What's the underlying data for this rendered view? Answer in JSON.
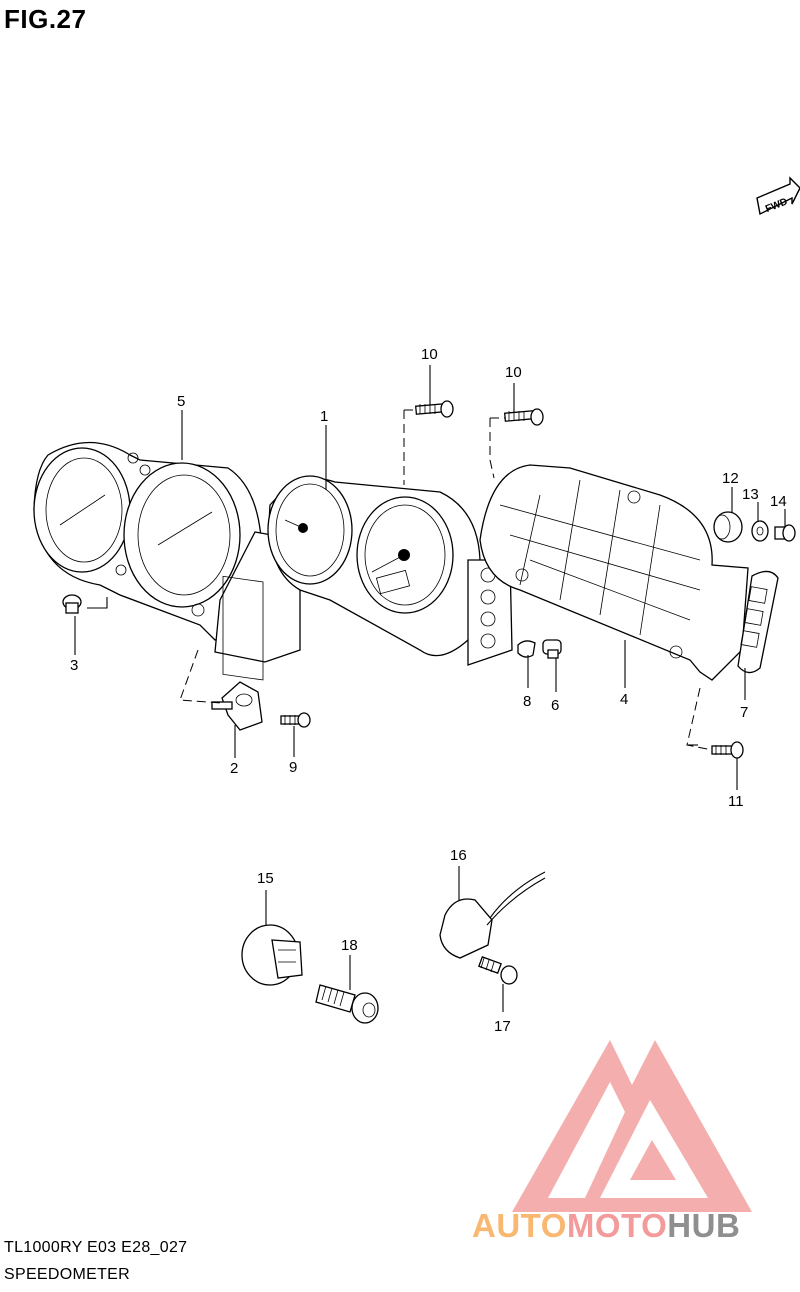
{
  "figure": {
    "title": "FIG.27"
  },
  "orientation": {
    "fwd_label": "FWD"
  },
  "callouts": [
    {
      "id": "c1",
      "label": "1"
    },
    {
      "id": "c2",
      "label": "2"
    },
    {
      "id": "c3",
      "label": "3"
    },
    {
      "id": "c4",
      "label": "4"
    },
    {
      "id": "c5",
      "label": "5"
    },
    {
      "id": "c6",
      "label": "6"
    },
    {
      "id": "c7",
      "label": "7"
    },
    {
      "id": "c8",
      "label": "8"
    },
    {
      "id": "c9",
      "label": "9"
    },
    {
      "id": "c10a",
      "label": "10"
    },
    {
      "id": "c10b",
      "label": "10"
    },
    {
      "id": "c11",
      "label": "11"
    },
    {
      "id": "c12",
      "label": "12"
    },
    {
      "id": "c13",
      "label": "13"
    },
    {
      "id": "c14",
      "label": "14"
    },
    {
      "id": "c15",
      "label": "15"
    },
    {
      "id": "c16",
      "label": "16"
    },
    {
      "id": "c17",
      "label": "17"
    },
    {
      "id": "c18",
      "label": "18"
    }
  ],
  "footer": {
    "model_code": "TL1000RY E03 E28_027",
    "diagram_name": "SPEEDOMETER"
  },
  "watermark": {
    "part1": "AUTO",
    "part2": "MOTO",
    "part3": "HUB",
    "colors": {
      "auto": "#f9b872",
      "moto": "#f39a9a",
      "hub": "#8f8f8f",
      "triangle": "#f39a9a"
    }
  }
}
